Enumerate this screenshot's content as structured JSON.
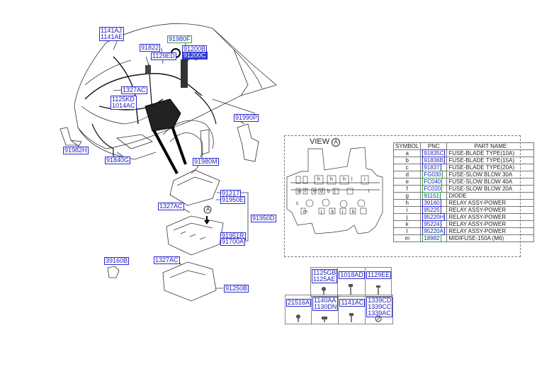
{
  "diagram": {
    "callouts": [
      {
        "id": "c1",
        "lines": [
          "1141AJ",
          "1141AE"
        ],
        "style": "normal"
      },
      {
        "id": "c2",
        "lines": [
          "91980F"
        ],
        "style": "green"
      },
      {
        "id": "c3",
        "lines": [
          "91822"
        ],
        "style": "normal"
      },
      {
        "id": "c4",
        "lines": [
          "91200B"
        ],
        "style": "normal"
      },
      {
        "id": "c5",
        "lines": [
          "91200C"
        ],
        "style": "highlight"
      },
      {
        "id": "c6",
        "lines": [
          "1129ED"
        ],
        "style": "normal"
      },
      {
        "id": "c7",
        "lines": [
          "1327AC"
        ],
        "style": "normal"
      },
      {
        "id": "c8",
        "lines": [
          "1125KD",
          "1014AC"
        ],
        "style": "normal"
      },
      {
        "id": "c9",
        "lines": [
          "91990P"
        ],
        "style": "normal"
      },
      {
        "id": "c10",
        "lines": [
          "91982H"
        ],
        "style": "normal"
      },
      {
        "id": "c11",
        "lines": [
          "91840G"
        ],
        "style": "normal"
      },
      {
        "id": "c12",
        "lines": [
          "91980M"
        ],
        "style": "normal"
      },
      {
        "id": "c13",
        "lines": [
          "91217"
        ],
        "style": "normal"
      },
      {
        "id": "c14",
        "lines": [
          "91950E"
        ],
        "style": "normal"
      },
      {
        "id": "c15",
        "lines": [
          "1327AC"
        ],
        "style": "normal"
      },
      {
        "id": "c16",
        "lines": [
          "91950D"
        ],
        "style": "normal"
      },
      {
        "id": "c17",
        "lines": [
          "91951R"
        ],
        "style": "normal"
      },
      {
        "id": "c18",
        "lines": [
          "91700A"
        ],
        "style": "normal"
      },
      {
        "id": "c19",
        "lines": [
          "39160B"
        ],
        "style": "normal"
      },
      {
        "id": "c20",
        "lines": [
          "1327AC"
        ],
        "style": "normal"
      },
      {
        "id": "c21",
        "lines": [
          "91250B"
        ],
        "style": "normal"
      }
    ],
    "view_marker": "A",
    "view": {
      "title": "VIEW",
      "marker": "A",
      "slot_letters": [
        "h",
        "h",
        "h",
        "l",
        "i",
        "i",
        "e",
        "d",
        "b",
        "j",
        "m",
        "c",
        "f",
        "a",
        "j",
        "k",
        "i",
        "k"
      ]
    },
    "table": {
      "headers": [
        "SYMBOL",
        "PNC",
        "PART NAME"
      ],
      "rows": [
        {
          "symbol": "a",
          "pnc": "91835C",
          "name": "FUSE-BLADE TYPE(10A)"
        },
        {
          "symbol": "b",
          "pnc": "91836B",
          "name": "FUSE-BLADE TYPE(15A)"
        },
        {
          "symbol": "c",
          "pnc": "91837",
          "name": "FUSE-BLADE TYPE(20A)"
        },
        {
          "symbol": "d",
          "pnc": "FG030",
          "name": "FUSE-SLOW BLOW 30A"
        },
        {
          "symbol": "e",
          "pnc": "FC040",
          "name": "FUSE-SLOW BLOW 40A"
        },
        {
          "symbol": "f",
          "pnc": "FC020",
          "name": "FUSE-SLOW BLOW 20A"
        },
        {
          "symbol": "g",
          "pnc": "91151",
          "name": "DIODE"
        },
        {
          "symbol": "h",
          "pnc": "39160",
          "name": "RELAY ASSY-POWER"
        },
        {
          "symbol": "i",
          "pnc": "95225",
          "name": "RELAY ASSY-POWER"
        },
        {
          "symbol": "j",
          "pnc": "95220H",
          "name": "RELAY ASSY-POWER"
        },
        {
          "symbol": "k",
          "pnc": "95224",
          "name": "RELAY ASSY-POWER"
        },
        {
          "symbol": "l",
          "pnc": "95220A",
          "name": "RELAY ASSY-POWER"
        },
        {
          "symbol": "m",
          "pnc": "18982",
          "name": "MIDIFUSE-150A (M6)"
        }
      ]
    },
    "fasteners_top": [
      {
        "lines": [
          "1125GB",
          "1125AE"
        ]
      },
      {
        "lines": [
          "1018AD"
        ]
      },
      {
        "lines": [
          "1129EE"
        ]
      }
    ],
    "fasteners_bottom": [
      {
        "lines": [
          "21516A"
        ]
      },
      {
        "lines": [
          "1140AA",
          "1130DN"
        ]
      },
      {
        "lines": [
          "1141AC"
        ]
      },
      {
        "lines": [
          "1339CD",
          "1339CC",
          "1339AC"
        ]
      }
    ]
  }
}
